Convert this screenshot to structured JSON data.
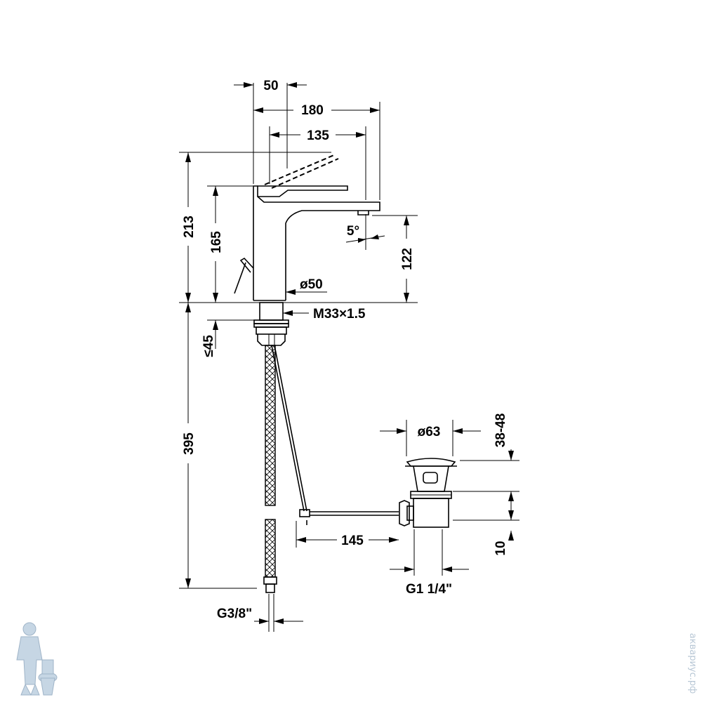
{
  "dimensions": {
    "d50": "50",
    "d180": "180",
    "d135": "135",
    "d213": "213",
    "d165": "165",
    "d5deg": "5°",
    "d122": "122",
    "dia50": "ø50",
    "thread": "M33×1.5",
    "d45": "≤45",
    "d395": "395",
    "dia63": "ø63",
    "d38_48": "38-48",
    "d145": "145",
    "d10": "10",
    "g114": "G1 1/4\"",
    "g38": "G3/8\""
  },
  "watermark": {
    "text": "аквариус.рф",
    "logo": "plumber-mascot-icon"
  },
  "colors": {
    "line": "#000000",
    "watermark": "#b9c8d6",
    "background": "#ffffff"
  }
}
